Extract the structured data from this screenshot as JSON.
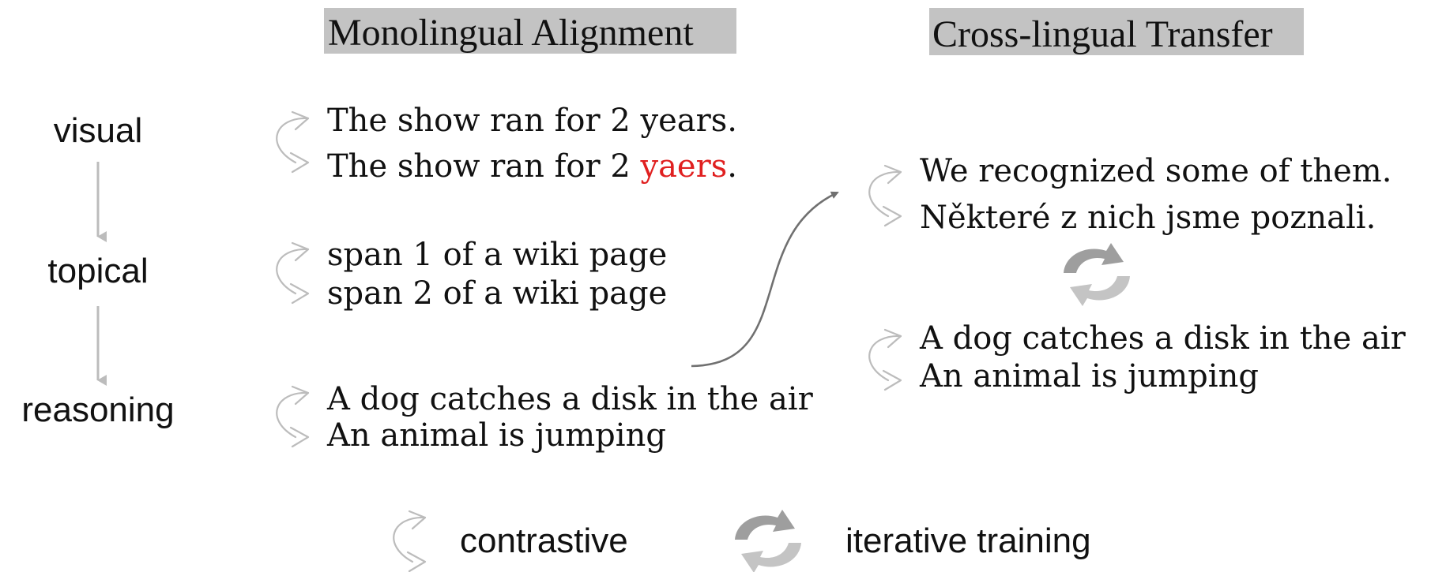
{
  "headers": {
    "mono": "Monolingual Alignment",
    "cross": "Cross-lingual Transfer"
  },
  "stages": [
    "visual",
    "topical",
    "reasoning"
  ],
  "mono_pairs": {
    "visual": {
      "line1": "The show ran for 2 years.",
      "line2_pre": "The show ran for 2 ",
      "line2_typo": "yaers",
      "line2_post": "."
    },
    "topical": {
      "line1": "span 1 of a wiki page",
      "line2": "span 2 of a wiki page"
    },
    "reasoning": {
      "line1": "A dog catches a disk in the air",
      "line2": "An animal is jumping"
    }
  },
  "cross_pairs": {
    "translation": {
      "line1": "We recognized some of them.",
      "line2": "Některé z nich jsme poznali."
    },
    "reasoning": {
      "line1": "A dog catches a disk in the air",
      "line2": "An animal is jumping"
    }
  },
  "legend": {
    "contrastive": "contrastive",
    "iterative": "iterative training"
  },
  "colors": {
    "header_bg": "#c3c3c3",
    "arrow_gray": "#bcbcbc",
    "curve_gray": "#707070",
    "typo_red": "#e02020",
    "cycle_dark": "#9e9e9e",
    "cycle_light": "#c4c4c4"
  },
  "icons": {
    "contrastive": "contrastive-arrows-icon",
    "iterative": "cycle-arrows-icon"
  }
}
